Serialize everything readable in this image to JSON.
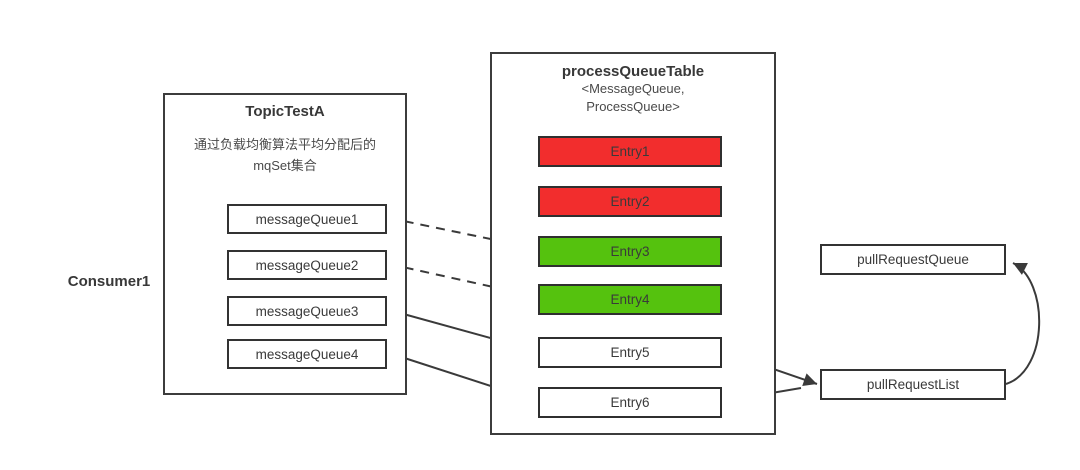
{
  "consumer": {
    "label": "Consumer1"
  },
  "topic_box": {
    "title": "TopicTestA",
    "description_line1": "通过负载均衡算法平均分配后的",
    "description_line2": "mqSet集合",
    "queues": [
      "messageQueue1",
      "messageQueue2",
      "messageQueue3",
      "messageQueue4"
    ]
  },
  "process_queue_table": {
    "title": "processQueueTable",
    "type_param_line1": "<MessageQueue,",
    "type_param_line2": "ProcessQueue>",
    "entries": [
      {
        "label": "Entry1",
        "fill": "#f22d2d"
      },
      {
        "label": "Entry2",
        "fill": "#f22d2d"
      },
      {
        "label": "Entry3",
        "fill": "#55c20e"
      },
      {
        "label": "Entry4",
        "fill": "#55c20e"
      },
      {
        "label": "Entry5",
        "fill": "#ffffff"
      },
      {
        "label": "Entry6",
        "fill": "#ffffff"
      }
    ]
  },
  "pull_request_queue": {
    "label": "pullRequestQueue"
  },
  "pull_request_list": {
    "label": "pullRequestList"
  },
  "colors": {
    "red": "#f22d2d",
    "green": "#55c20e",
    "line": "#3a3a3a",
    "box_border": "#3c3c3c"
  }
}
